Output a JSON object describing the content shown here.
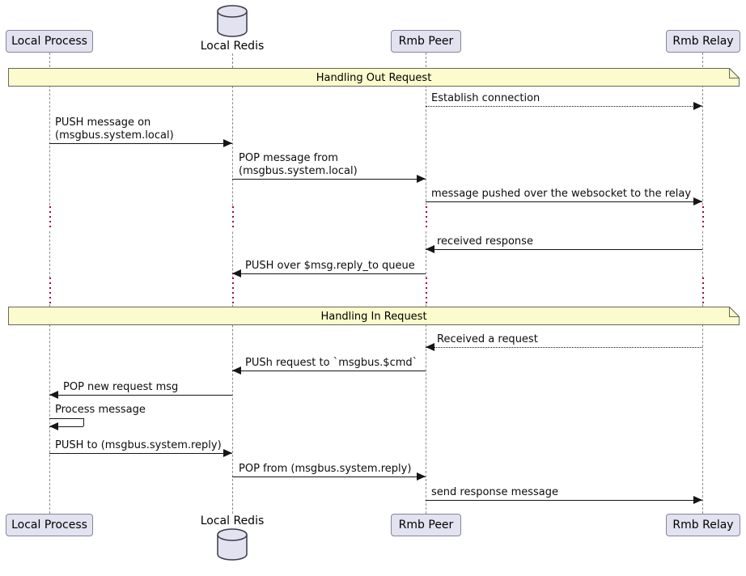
{
  "diagram": {
    "type": "sequence-diagram",
    "participants": [
      {
        "name": "Local Process",
        "kind": "participant"
      },
      {
        "name": "Local Redis",
        "kind": "database"
      },
      {
        "name": "Rmb Peer",
        "kind": "participant"
      },
      {
        "name": "Rmb Relay",
        "kind": "participant"
      }
    ],
    "sections": [
      {
        "title": "Handling Out Request"
      },
      {
        "title": "Handling In Request"
      }
    ],
    "messages": [
      {
        "text": "Establish connection",
        "from": "Rmb Peer",
        "to": "Rmb Relay",
        "line": "dotted"
      },
      {
        "text": "PUSH message on\n(msgbus.system.local)",
        "from": "Local Process",
        "to": "Local Redis",
        "line": "solid"
      },
      {
        "text": "POP message from\n(msgbus.system.local)",
        "from": "Local Redis",
        "to": "Rmb Peer",
        "line": "solid"
      },
      {
        "text": "message pushed over the websocket to the relay",
        "from": "Rmb Peer",
        "to": "Rmb Relay",
        "line": "solid"
      },
      {
        "text": "received response",
        "from": "Rmb Relay",
        "to": "Rmb Peer",
        "line": "solid"
      },
      {
        "text": "PUSH over $msg.reply_to queue",
        "from": "Rmb Peer",
        "to": "Local Redis",
        "line": "solid"
      },
      {
        "text": "Received a request",
        "from": "Rmb Relay",
        "to": "Rmb Peer",
        "line": "dotted"
      },
      {
        "text": "PUSh request to `msgbus.$cmd`",
        "from": "Rmb Peer",
        "to": "Local Redis",
        "line": "solid"
      },
      {
        "text": "POP new request msg",
        "from": "Local Redis",
        "to": "Local Process",
        "line": "solid"
      },
      {
        "text": "Process message",
        "from": "Local Process",
        "to": "Local Process",
        "line": "solid",
        "self": true
      },
      {
        "text": "PUSH to (msgbus.system.reply)",
        "from": "Local Process",
        "to": "Local Redis",
        "line": "solid"
      },
      {
        "text": "POP from (msgbus.system.reply)",
        "from": "Local Redis",
        "to": "Rmb Peer",
        "line": "solid"
      },
      {
        "text": "send response message",
        "from": "Rmb Peer",
        "to": "Rmb Relay",
        "line": "solid"
      }
    ],
    "delays": [
      {
        "between": [
          "message pushed over the websocket to the relay",
          "received response"
        ]
      },
      {
        "between": [
          "PUSH over $msg.reply_to queue",
          "Handling In Request"
        ]
      }
    ],
    "colors": {
      "participant_fill": "#E2E2F0",
      "participant_border": "#85859c",
      "note_fill": "#FBFBCD",
      "lifeline": "#8c8c8c",
      "delay_dots": "#A80036",
      "line": "#161616"
    }
  }
}
